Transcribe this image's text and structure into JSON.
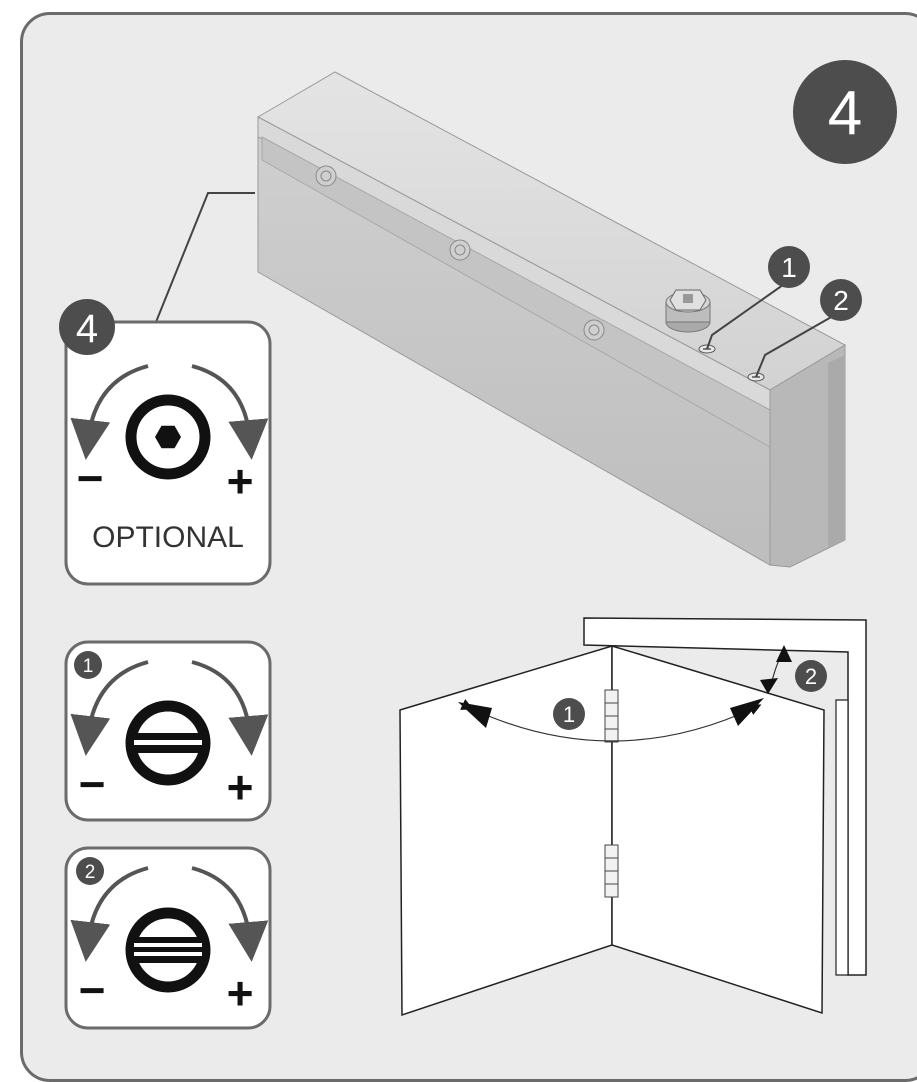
{
  "step": {
    "number": "4",
    "badge_color": "#4d4d4d"
  },
  "closer": {
    "callout_1": "1",
    "callout_2": "2"
  },
  "adjust_panels": [
    {
      "badge": "4",
      "caption": "OPTIONAL",
      "icon": "hex-screw-icon",
      "minus": "−",
      "plus": "+"
    },
    {
      "badge": "1",
      "icon": "slot-screw-single-icon",
      "minus": "−",
      "plus": "+"
    },
    {
      "badge": "2",
      "icon": "slot-screw-double-icon",
      "minus": "−",
      "plus": "+"
    }
  ],
  "door": {
    "callout_1": "1",
    "callout_2": "2"
  },
  "colors": {
    "panel_bg": "#ebebeb",
    "badge": "#4d4d4d",
    "closer_body": "#c8c8c8",
    "arrow": "#555555"
  }
}
